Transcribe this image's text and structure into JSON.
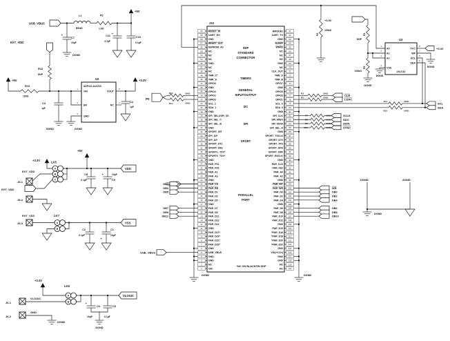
{
  "sym": {
    "plus": "+"
  },
  "usb_input": {
    "tag": "USB_VBUS",
    "l1_ref": "L1",
    "l1_val": "BEAD",
    "r1_ref": "R1",
    "r1_val": "1.6Ω",
    "rail": "+5V",
    "c7_ref": "C7",
    "c7_val": "10µF",
    "c7_gnd": "DGND",
    "c11_ref": "C11",
    "c11_val": "4.7µF",
    "c10_ref": "C10",
    "c10_val": "0.1µF"
  },
  "ext_vdd_input": {
    "tag": "EXT_VDD",
    "r16_ref": "R16",
    "r16_val": "DNP"
  },
  "regulator": {
    "supply": "+5V",
    "r15_ref": "R15",
    "r15_val": "100Ω",
    "ref": "U2",
    "part": "ADP121-AUJZ33",
    "vin": "VIN",
    "en": "EN",
    "gnd": "GND",
    "vout": "VOUT",
    "nc": "NC",
    "p1": "1",
    "p2": "2",
    "p3": "3",
    "p4": "4",
    "p5": "5",
    "c3_ref": "C3",
    "c3_val": "1µF",
    "c4_ref": "C4",
    "c4_val": "1µF",
    "gnd1": "DGND",
    "gnd2": "DGND",
    "out": "+3.3V"
  },
  "vdd_sel": {
    "ref": "LK5",
    "a": "A",
    "b": "B",
    "c": "C",
    "p5": "+5V",
    "p33": "+3.3V",
    "ext": "EXT_VDD",
    "j1": "J5-1",
    "ext_tag": "EXT_VDD",
    "j2": "J5-2",
    "out": "VDD",
    "c8_ref": "C8",
    "c8_val": "0.1µF",
    "c9_ref": "C9",
    "c9_val": "10µF"
  },
  "vss_sel": {
    "ref": "LK7",
    "a": "A",
    "b": "B",
    "ext": "EXT_VSS",
    "j3": "J5-3",
    "out": "VSS",
    "c2_ref": "C2",
    "c2_val": "0.1µF",
    "c1_ref": "C1",
    "c1_val": "10µF"
  },
  "vlogic_sel": {
    "ref": "LK6",
    "a": "A",
    "b": "B",
    "p33": "+3.3V",
    "j61": "J6-1",
    "vlogic_net": "VLOGIC",
    "j62": "J6-2",
    "gnd_net": "GND",
    "out": "VLOGIC",
    "c6_ref": "C6",
    "c6_val": "10µF",
    "c5_ref": "C5",
    "c5_val": "0.1µF",
    "gnd1": "DGND",
    "gnd2": "DGND"
  },
  "i2c_port": {
    "tag": "P0",
    "r13_ref": "R13",
    "r13_val": "100Ω",
    "r14_ref": "R14",
    "r14_val": "100Ω"
  },
  "par_tags_left": {
    "cs": "CS",
    "db": [
      "DB1",
      "DB3",
      "DB5",
      "DB7",
      "DB9",
      "DB11"
    ]
  },
  "par_tags_right": {
    "wr": "WR",
    "db": [
      "DB0",
      "DB2",
      "DB4",
      "DB6",
      "DB8",
      "DB10"
    ]
  },
  "usb_tag_bottom": {
    "label": "USB_VBUS"
  },
  "dac_tags": {
    "r3_ref": "R3",
    "r3_val": "100Ω",
    "clr": "CLR",
    "r5_ref": "R5",
    "r5_val": "100Ω",
    "ldac": "LDAC",
    "r7_ref": "R7",
    "r8_ref": "R8",
    "r9_ref": "R9",
    "r10_ref": "R10",
    "r_val": "100Ω",
    "sclk": "SCLK",
    "sdo": "SDO",
    "sdin": "SDIN",
    "sync": "SYNC"
  },
  "i2c_bus": {
    "r11_ref": "R11",
    "r11_val": "100Ω",
    "r12_ref": "R12",
    "r12_val": "100Ω",
    "scl": "SCL",
    "sda": "SDA"
  },
  "pullup": {
    "r2_ref": "R2",
    "r2_val": "100kΩ",
    "r2_rail": "+3.3V"
  },
  "eeprom": {
    "ref": "U3",
    "part": "24LC32",
    "a0": "A0",
    "a1": "A1",
    "a2": "A2",
    "vss": "VSS",
    "vcc": "VCC",
    "wp": "WP",
    "scl": "SCL",
    "sda": "SDA",
    "p1": "1",
    "p2": "2",
    "p3": "3",
    "p4": "4",
    "p5": "5",
    "p6": "6",
    "p7": "7",
    "p8": "8",
    "vcc_rail": "+3.3V",
    "wp_gnd": "DGND",
    "vss_gnd": "DGND",
    "r4_ref": "R4",
    "r4_val": "DNP",
    "r6_ref": "R6",
    "r6_val": "100kΩ",
    "r6_gnd": "DGND"
  },
  "agnd_link": {
    "dgnd_label": "DGND",
    "agnd_label": "AGND",
    "gnd_text": "DGND"
  },
  "connector": {
    "ref": "J10",
    "sections": [
      "SDP",
      "STANDARD",
      "CONNECTOR",
      "TIMERS",
      "GENERAL",
      "INPUT/OUTPUT",
      "I2C",
      "SPI",
      "SPORT",
      "PARALLEL",
      "PORT"
    ],
    "note": "*NC ON BLACKFIN SDP",
    "gnd_left": "DGND",
    "gnd_right": "DGND",
    "left_pins": [
      [
        60,
        "RESET_IN",
        1
      ],
      [
        59,
        "UART_RX"
      ],
      [
        58,
        "GND"
      ],
      [
        57,
        "RESET_OUT",
        1
      ],
      [
        56,
        "EEPROM_A0"
      ],
      [
        55,
        "NC"
      ],
      [
        54,
        "NC"
      ],
      [
        53,
        "NC"
      ],
      [
        52,
        "GND"
      ],
      [
        51,
        "NC"
      ],
      [
        50,
        "NC"
      ],
      [
        49,
        "TMR_C*"
      ],
      [
        48,
        "TMR_A"
      ],
      [
        47,
        "GPIO6"
      ],
      [
        46,
        "GND"
      ],
      [
        45,
        "GPIO4"
      ],
      [
        44,
        "GPIO2"
      ],
      [
        43,
        "GPIO0"
      ],
      [
        42,
        "SCL_1"
      ],
      [
        41,
        "SDA_1"
      ],
      [
        40,
        "GND"
      ],
      [
        39,
        "SPI_SEL1/SPI_SS"
      ],
      [
        38,
        "SPI_SEL_C"
      ],
      [
        37,
        "SPI_SEL_B"
      ],
      [
        36,
        "GND"
      ],
      [
        35,
        "SPORT_INT"
      ],
      [
        34,
        "SPI_D3*"
      ],
      [
        33,
        "SPI_D2*"
      ],
      [
        32,
        "SPORT_DT1"
      ],
      [
        31,
        "SPORT_DR1"
      ],
      [
        30,
        "SPORT1_TDV*"
      ],
      [
        29,
        "SPORT0_TDV*"
      ],
      [
        28,
        "GND"
      ],
      [
        27,
        "PAR_FS1"
      ],
      [
        26,
        "PAR_FS3"
      ],
      [
        25,
        "PAR_A1"
      ],
      [
        24,
        "PAR_A3"
      ],
      [
        23,
        "GND"
      ],
      [
        22,
        "PAR_CS",
        1
      ],
      [
        21,
        "PAR_RD",
        1
      ],
      [
        20,
        "PAR_D1"
      ],
      [
        19,
        "PAR_D3"
      ],
      [
        18,
        "PAR_D5"
      ],
      [
        17,
        "GND"
      ],
      [
        16,
        "PAR_D7"
      ],
      [
        15,
        "PAR_D9"
      ],
      [
        14,
        "PAR_D11"
      ],
      [
        13,
        "PAR_D13"
      ],
      [
        12,
        "PAR_D14"
      ],
      [
        11,
        "GND"
      ],
      [
        10,
        "PAR_D17*"
      ],
      [
        9,
        "PAR_D19*"
      ],
      [
        8,
        "PAR_D21*"
      ],
      [
        7,
        "PAR_D23*"
      ],
      [
        6,
        "GND"
      ],
      [
        5,
        "USB_VBUS"
      ],
      [
        4,
        "GND"
      ],
      [
        3,
        "GND"
      ],
      [
        2,
        "NC"
      ],
      [
        1,
        "VIN"
      ]
    ],
    "right_pins": [
      [
        61,
        "BMODE1"
      ],
      [
        62,
        "UART_TX"
      ],
      [
        63,
        "GND"
      ],
      [
        64,
        "SLEEP",
        1
      ],
      [
        65,
        "WAKE",
        1
      ],
      [
        66,
        "NC"
      ],
      [
        67,
        "NC"
      ],
      [
        68,
        "NC"
      ],
      [
        69,
        "GND"
      ],
      [
        70,
        "NC"
      ],
      [
        71,
        "CLK_OUT"
      ],
      [
        72,
        "TMR_D"
      ],
      [
        73,
        "TMR_B"
      ],
      [
        74,
        "GPIO7"
      ],
      [
        75,
        "GND"
      ],
      [
        76,
        "GPIO5"
      ],
      [
        77,
        "GPIO3"
      ],
      [
        78,
        "GPIO1"
      ],
      [
        79,
        "SCL_0"
      ],
      [
        80,
        "SDA_0"
      ],
      [
        81,
        "GND"
      ],
      [
        82,
        "SPI_CLK"
      ],
      [
        83,
        "SPI_MISO"
      ],
      [
        84,
        "SPI_MOSI"
      ],
      [
        85,
        "SPI_SEL_A"
      ],
      [
        86,
        "GND"
      ],
      [
        87,
        "SPORT_TSCLK"
      ],
      [
        88,
        "SPORT_DT0"
      ],
      [
        89,
        "SPORT_TFS"
      ],
      [
        90,
        "SPORT_RFS"
      ],
      [
        91,
        "SPORT_DR0"
      ],
      [
        92,
        "SPORT_RSCLK"
      ],
      [
        93,
        "GND"
      ],
      [
        94,
        "PAR_CLK"
      ],
      [
        95,
        "PAR_FS2"
      ],
      [
        96,
        "PAR_A0"
      ],
      [
        97,
        "PAR_A2"
      ],
      [
        98,
        "GND"
      ],
      [
        99,
        "PAR_INT",
        1
      ],
      [
        100,
        "PAR_WR",
        1
      ],
      [
        101,
        "PAR_D0"
      ],
      [
        102,
        "PAR_D2"
      ],
      [
        103,
        "PAR_D4"
      ],
      [
        104,
        "GND"
      ],
      [
        105,
        "PAR_D6"
      ],
      [
        106,
        "PAR_D8"
      ],
      [
        107,
        "PAR_D10"
      ],
      [
        108,
        "PAR_D12"
      ],
      [
        109,
        "GND"
      ],
      [
        110,
        "PAR_D15"
      ],
      [
        111,
        "*PAR_D16"
      ],
      [
        112,
        "*PAR_D18"
      ],
      [
        113,
        "*PAR_D20"
      ],
      [
        114,
        "*PAR_D22"
      ],
      [
        115,
        "GND"
      ],
      [
        116,
        "VIO(+3.3V)"
      ],
      [
        117,
        "GND"
      ],
      [
        118,
        "GND"
      ],
      [
        119,
        "NC"
      ],
      [
        120,
        "NC"
      ]
    ]
  }
}
